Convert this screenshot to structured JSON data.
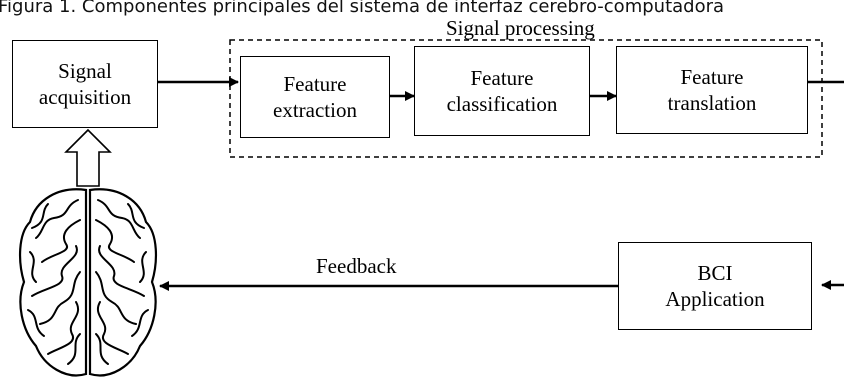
{
  "caption": "Figura 1. Componentes principales del sistema de interfaz cerebro-computadora",
  "diagram": {
    "signal_processing_label": "Signal processing",
    "nodes": {
      "signal_acquisition": "Signal\nacquisition",
      "feature_extraction": "Feature\nextraction",
      "feature_classification": "Feature\nclassification",
      "feature_translation": "Feature\ntranslation",
      "bci_application": "BCI\nApplication"
    },
    "feedback_label": "Feedback",
    "brain_icon": "brain-icon"
  }
}
